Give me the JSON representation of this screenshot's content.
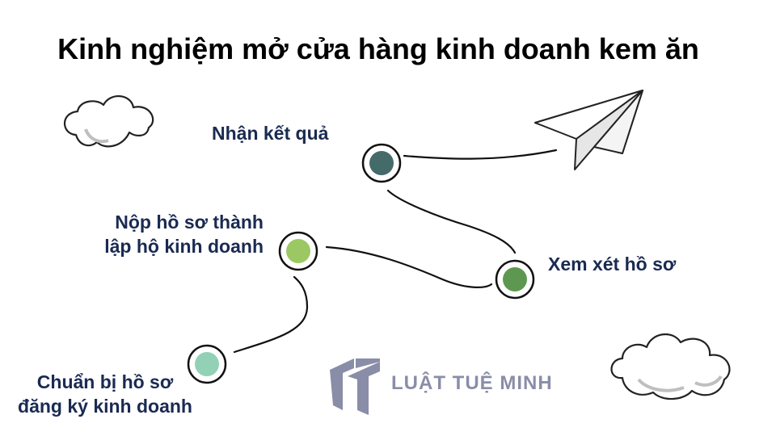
{
  "title": "Kinh nghiệm mở cửa hàng kinh doanh kem ăn",
  "steps": [
    {
      "line1": "Chuẩn bị hồ sơ",
      "line2": "đăng ký kinh doanh",
      "color": "#93d1b7"
    },
    {
      "line1": "Nộp hồ sơ thành",
      "line2": "lập hộ kinh doanh",
      "color": "#9cc863"
    },
    {
      "line1": "Xem xét hồ sơ",
      "line2": "",
      "color": "#5e9850"
    },
    {
      "line1": "Nhận kết quả",
      "line2": "",
      "color": "#456a6a"
    }
  ],
  "logo": {
    "text": "LUẬT TUỆ MINH",
    "color": "#8a8da8"
  },
  "icons": {
    "plane": "paper-plane-icon",
    "cloud": "cloud-icon",
    "logo_mark": "logo-mark-icon"
  }
}
